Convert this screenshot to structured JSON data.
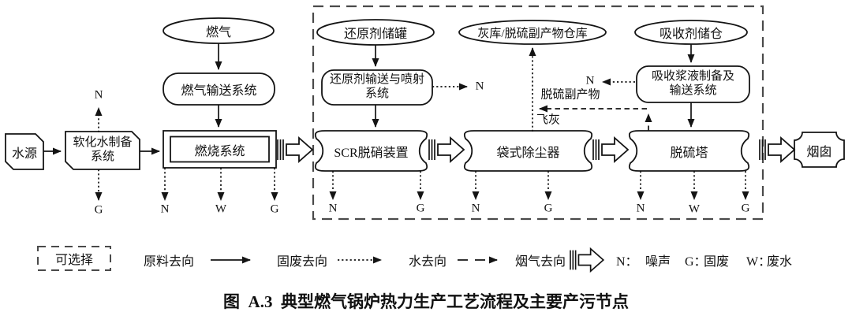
{
  "caption": "图  A.3  典型燃气锅炉热力生产工艺流程及主要产污节点",
  "colors": {
    "line": "#141414",
    "background": "#ffffff"
  },
  "nodes": {
    "water_source": "水源",
    "softened_water_line1": "软化水制备",
    "softened_water_line2": "系统",
    "fuel_gas": "燃气",
    "gas_transport": "燃气输送系统",
    "combustion": "燃烧系统",
    "reductant_tank": "还原剂储罐",
    "reductant_transport_line1": "还原剂输送与喷射",
    "reductant_transport_line2": "系统",
    "scr": "SCR脱硝装置",
    "ash_warehouse": "灰库/脱硫副产物仓库",
    "bag_filter": "袋式除尘器",
    "absorbent_silo": "吸收剂储仓",
    "slurry_prep_line1": "吸收浆液制备及",
    "slurry_prep_line2": "输送系统",
    "desulfurization_tower": "脱硫塔",
    "chimney": "烟囱"
  },
  "flow_labels": {
    "fly_ash": "飞灰",
    "desulf_byproduct": "脱硫副产物",
    "noise_reductant": "N",
    "noise_slurry": "N"
  },
  "emissions": {
    "softened_water_up": "N",
    "softened_water_down": "G",
    "combustion_1": "N",
    "combustion_2": "W",
    "combustion_3": "G",
    "scr_1": "N",
    "scr_2": "G",
    "bag_filter_1": "N",
    "bag_filter_2": "G",
    "tower_1": "N",
    "tower_2": "W",
    "tower_3": "G"
  },
  "legend": {
    "optional": "可选择",
    "raw_material": "原料去向",
    "solid_waste": "固废去向",
    "water": "水去向",
    "flue_gas": "烟气去向",
    "n_key": "N：",
    "n_value": "噪声",
    "g_key": "G：",
    "g_value": "固废",
    "w_key": "W：",
    "w_value": "废水"
  }
}
